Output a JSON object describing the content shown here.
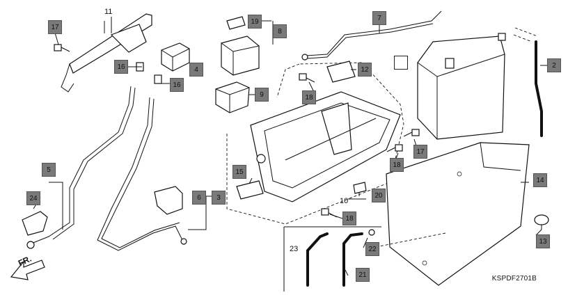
{
  "diagram": {
    "code": "KSPDF2701B",
    "direction_label": "FR.",
    "plain_labels": {
      "p11": "11",
      "p10": "10",
      "p23": "23"
    },
    "callouts": {
      "c17a": "17",
      "c19": "19",
      "c8": "8",
      "c7": "7",
      "c2": "2",
      "c16a": "16",
      "c4": "4",
      "c16b": "16",
      "c12": "12",
      "c18a": "18",
      "c9": "9",
      "c5": "5",
      "c17b": "17",
      "c18b": "18",
      "c24": "24",
      "c15": "15",
      "c6": "6",
      "c3": "3",
      "c20": "20",
      "c14": "14",
      "c18c": "18",
      "c13": "13",
      "c22": "22",
      "c21": "21"
    }
  }
}
